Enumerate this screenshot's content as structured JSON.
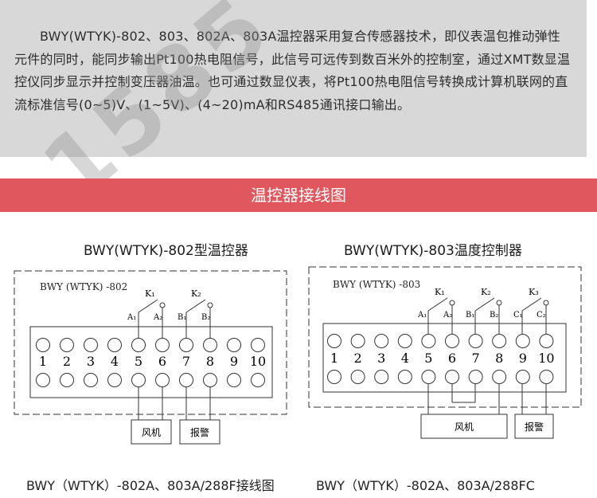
{
  "intro": {
    "text": "BWY(WTYK)-802、803、802A、803A温控器采用复合传感器技术，即仪表温包推动弹性元件的同时，能同步输出Pt100热电阻信号，此信号可远传到数百米外的控制室，通过XMT数显温控仪同步显示并控制变压器油温。也可通过数显仪表，将Pt100热电阻信号转换成计算机联网的直流标准信号(0~5)V、(1~5V)、(4~20)mA和RS485通讯接口输出。"
  },
  "watermark": "1585",
  "banner": {
    "title": "温控器接线图"
  },
  "diagrams": [
    {
      "title": "BWY(WTYK)-802型温控器",
      "model_label": "BWY (WTYK) -802",
      "switches": [
        {
          "label": "K₁",
          "contacts": [
            "A₁",
            "A₂"
          ]
        },
        {
          "label": "K₂",
          "contacts": [
            "B₁",
            "B₂"
          ]
        }
      ],
      "terminals": [
        "1",
        "2",
        "3",
        "4",
        "5",
        "6",
        "7",
        "8",
        "9",
        "10"
      ],
      "devices": [
        {
          "label": "风机"
        },
        {
          "label": "报警"
        }
      ],
      "caption": "BWY（WTYK）-802A、803A/288F接线图"
    },
    {
      "title": "BWY(WTYK)-803温度控制器",
      "model_label": "BWY (WTYK) -803",
      "switches": [
        {
          "label": "K₁",
          "contacts": [
            "A₁",
            "A₂"
          ]
        },
        {
          "label": "K₂",
          "contacts": [
            "B₁",
            "B₂"
          ]
        },
        {
          "label": "K₃",
          "contacts": [
            "C₁",
            "C₂"
          ]
        }
      ],
      "terminals": [
        "1",
        "2",
        "3",
        "4",
        "5",
        "6",
        "7",
        "8",
        "9",
        "10"
      ],
      "devices": [
        {
          "label": "风机"
        },
        {
          "label": "报警"
        }
      ],
      "caption": "BWY（WTYK）-802A、803A/288FC"
    }
  ],
  "colors": {
    "banner": "#e0585d",
    "intro_bg": "#d8d8d8",
    "line": "#333333"
  }
}
